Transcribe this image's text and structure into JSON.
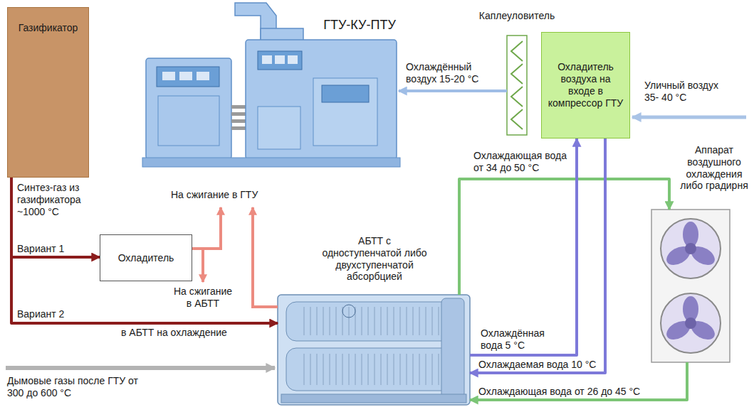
{
  "diagram": {
    "nodes": [
      {
        "text": [
          "Газификатор"
        ]
      },
      {
        "text": [
          "ГТУ-КУ-ПТУ"
        ]
      },
      {
        "text": [
          "Каплеуловитель"
        ]
      },
      {
        "text": [
          "Охладитель воздуха на входе в компрессор ГТУ"
        ]
      },
      {
        "text": [
          "Охладитель"
        ]
      },
      {
        "text": [
          "АБТТ с одноступенчатой либо двухступенчатой абсорбцией"
        ]
      },
      {
        "text": [
          "Аппарат воздушного охлаждения либо градирня"
        ]
      }
    ],
    "edges": [
      {
        "from": 2,
        "to": 1,
        "arrow": "to",
        "label": "Охлаждённый воздух 15-20 °C"
      },
      {
        "from": 0,
        "to": 4,
        "arrow": "to",
        "label": "Вариант 1"
      },
      {
        "from": 0,
        "to": 5,
        "arrow": "to",
        "label": "Вариант 2"
      },
      {
        "from": 5,
        "to": 6,
        "arrow": "to",
        "label": "Охлаждающая вода от 34 до 50 °C"
      },
      {
        "from": 5,
        "to": 3,
        "arrow": "to",
        "label": "Охлаждённая вода 5 °C"
      },
      {
        "from": 3,
        "to": 5,
        "arrow": "to",
        "label": "Охлаждаемая вода 10 °C"
      },
      {
        "from": 6,
        "to": 5,
        "arrow": "to",
        "label": "Охлаждающая вода от 26 до 45 °C"
      }
    ],
    "labels": [
      "Уличный воздух 35- 40 °C",
      "Синтез-газ из газификатора ~1000 °C",
      "На сжигание в ГТУ",
      "На сжигание в АБТТ",
      "в АБТТ на охлаждение",
      "Дымовые газы после ГТУ от 300 до 600 °C"
    ]
  }
}
